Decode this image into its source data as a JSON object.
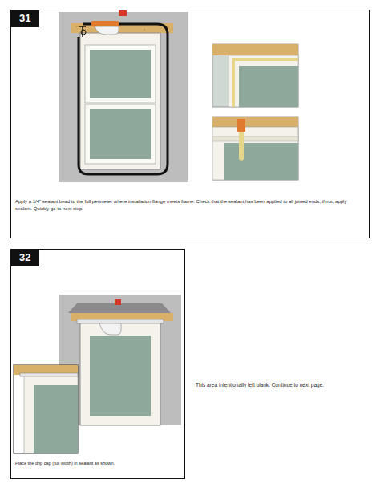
{
  "diagram": {
    "nodes": [
      {
        "text": [
          "31",
          "Apply a 1/4\" sealant bead to the full perimeter where installation flange meets frame. Check that the sealant has been applied to all joined ends, if not, apply sealant. Quickly go to next step."
        ]
      },
      {
        "text": [
          "32",
          "Place the drip cap (full width) in sealant as shown."
        ]
      }
    ],
    "labels": [
      "This area intentionally left blank. Continue to next page."
    ]
  }
}
